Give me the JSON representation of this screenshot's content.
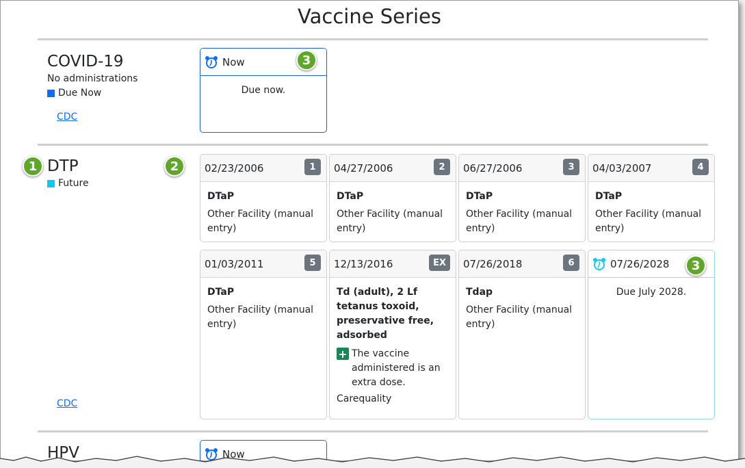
{
  "page": {
    "title": "Vaccine Series"
  },
  "covid": {
    "name": "COVID-19",
    "subtitle": "No administrations",
    "status": "Due Now",
    "status_color": "#0d6efd",
    "link": "CDC",
    "card": {
      "header": "Now",
      "body": "Due now.",
      "icon": "alarm-clock-icon",
      "callout": "3"
    }
  },
  "dtp": {
    "name": "DTP",
    "status": "Future",
    "status_color": "#0dcaf0",
    "link": "CDC",
    "callout_name": "1",
    "callout_cards": "2",
    "cards": [
      {
        "date": "02/23/2006",
        "badge": "1",
        "vaccine": "DTaP",
        "facility": "Other Facility (manual entry)"
      },
      {
        "date": "04/27/2006",
        "badge": "2",
        "vaccine": "DTaP",
        "facility": "Other Facility (manual entry)"
      },
      {
        "date": "06/27/2006",
        "badge": "3",
        "vaccine": "DTaP",
        "facility": "Other Facility (manual entry)"
      },
      {
        "date": "04/03/2007",
        "badge": "4",
        "vaccine": "DTaP",
        "facility": "Other Facility (manual entry)"
      },
      {
        "date": "01/03/2011",
        "badge": "5",
        "vaccine": "DTaP",
        "facility": "Other Facility (manual entry)"
      },
      {
        "date": "12/13/2016",
        "badge": "EX",
        "vaccine": "Td (adult), 2 Lf tetanus toxoid, preservative free, adsorbed",
        "note": "The vaccine administered is an extra dose.",
        "facility": "Carequality"
      },
      {
        "date": "07/26/2018",
        "badge": "6",
        "vaccine": "Tdap",
        "facility": "Other Facility (manual entry)"
      }
    ],
    "future_card": {
      "date": "07/26/2028",
      "body": "Due July 2028.",
      "icon": "alarm-clock-icon",
      "callout": "3"
    }
  },
  "hpv": {
    "name": "HPV",
    "card": {
      "header": "Now",
      "icon": "alarm-clock-icon"
    }
  }
}
